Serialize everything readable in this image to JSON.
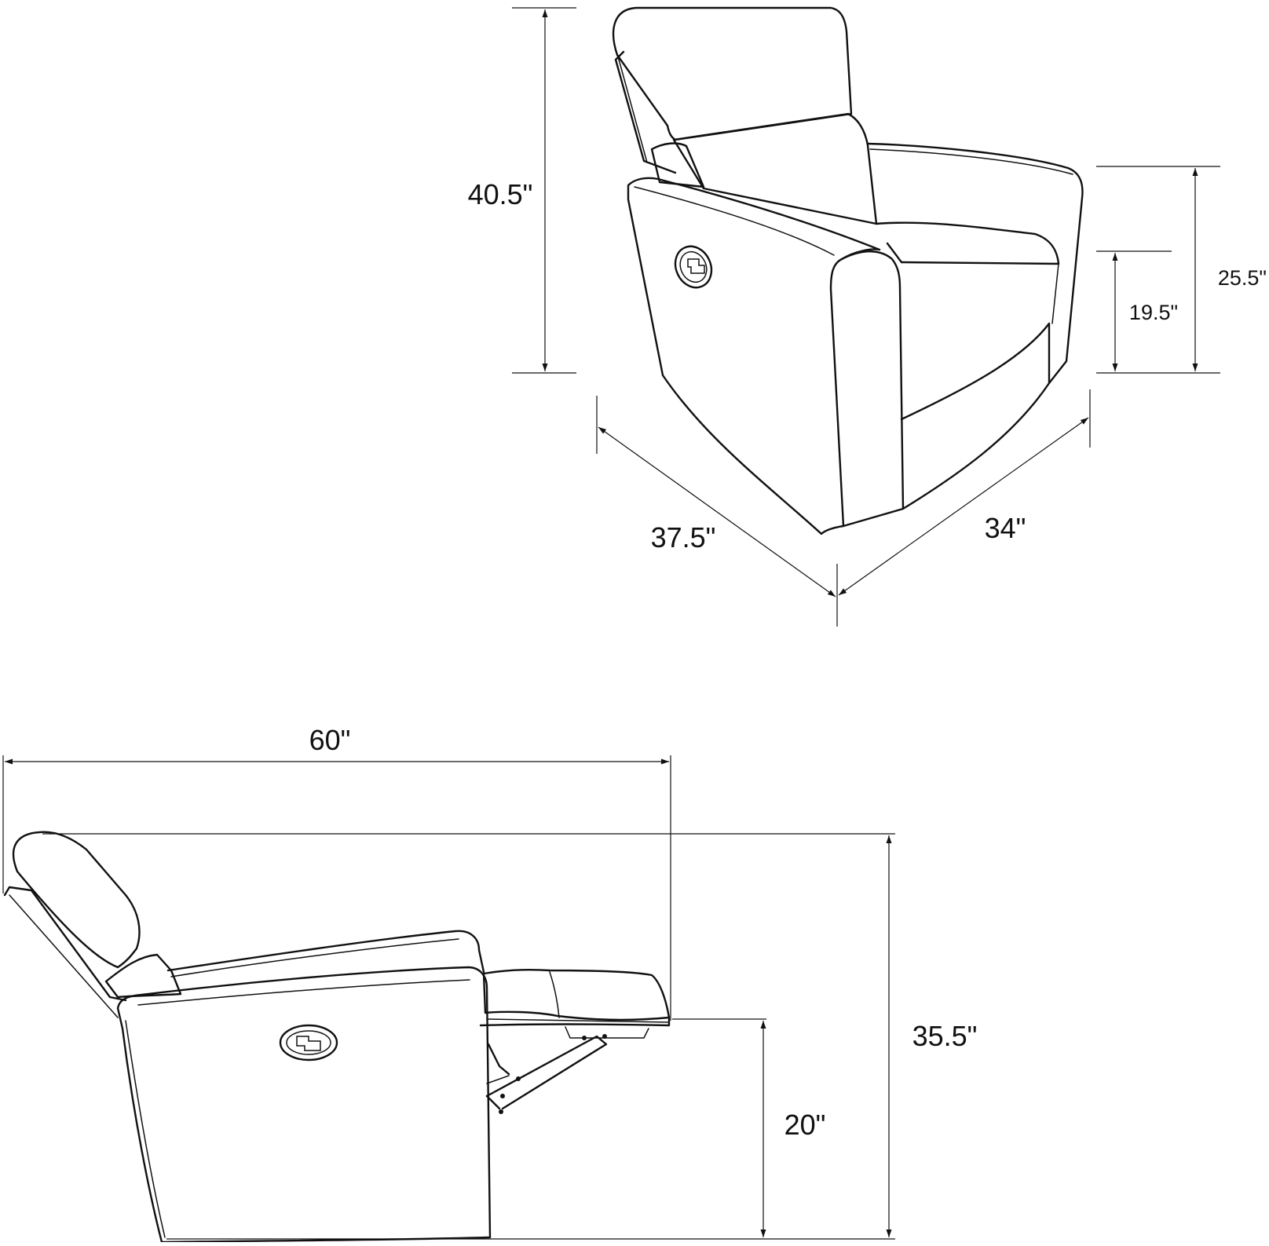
{
  "upright_view": {
    "height_label": "40.5\"",
    "arm_height_label": "25.5\"",
    "seat_height_label": "19.5\"",
    "depth_label": "37.5\"",
    "width_label": "34\""
  },
  "reclined_view": {
    "length_label": "60\"",
    "height_label": "35.5\"",
    "footrest_height_label": "20\""
  },
  "colors": {
    "line": "#111111",
    "background": "#ffffff"
  },
  "icons": [
    "recliner-handle-icon"
  ]
}
